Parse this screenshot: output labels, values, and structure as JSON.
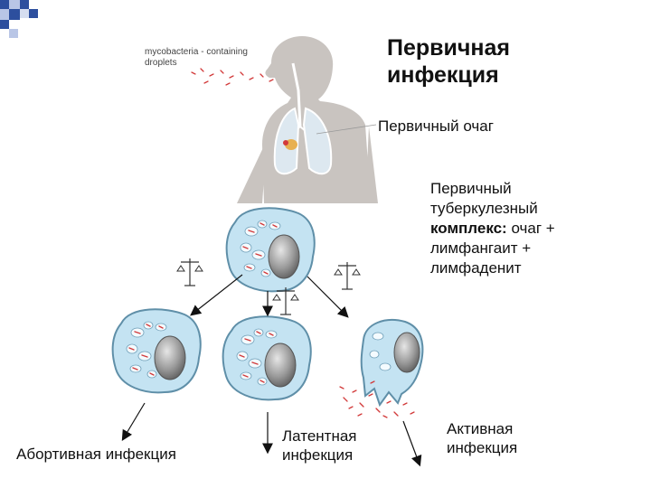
{
  "header": {
    "title_line1": "Первичная",
    "title_line2": "инфекция"
  },
  "labels": {
    "droplets_line1": "mycobacteria - containing",
    "droplets_line2": "droplets",
    "primary_focus": "Первичный очаг",
    "complex_line1": "Первичный",
    "complex_line2": "туберкулезный",
    "complex_line3_bold": "комплекс:",
    "complex_line3_rest": " очаг +",
    "complex_line4": "лимфангаит +",
    "complex_line5": "лимфаденит"
  },
  "outcomes": {
    "abortive": "Абортивная  инфекция",
    "latent_line1": "Латентная",
    "latent_line2": "инфекция",
    "active_line1": "Активная",
    "active_line2": "инфекция"
  },
  "colors": {
    "corner_blue": "#2d4f9e",
    "body_gray": "#c9c4c0",
    "cell_blue": "#bfe0f0",
    "cell_outline": "#5f8fa8",
    "bacilli_red": "#d23a3a",
    "nucleus_gray": "#8e8e8e"
  }
}
